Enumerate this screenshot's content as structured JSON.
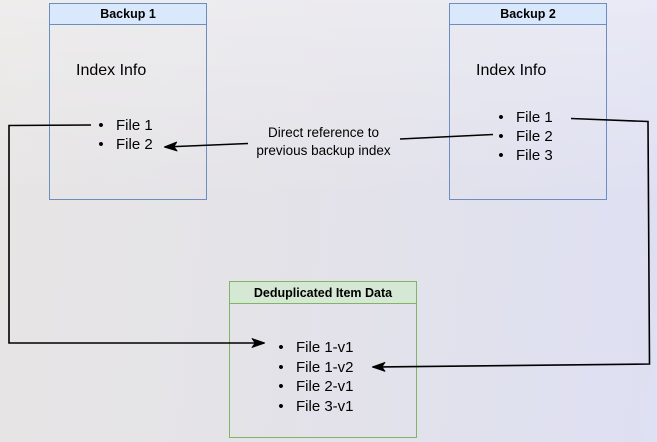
{
  "diagram": {
    "bullet": "•",
    "colors": {
      "backup_header_fill": "#dae8fc",
      "backup_border": "#6c8ebf",
      "dedup_header_fill": "#d5e8d4",
      "dedup_border": "#82b366",
      "arrow": "#000000",
      "background_left": "#e7e5e4",
      "background_right": "#dee0f3"
    },
    "boxes": [
      {
        "title": "Backup 1",
        "body_label": "Index Info",
        "items": [
          "File 1",
          "File 2"
        ]
      },
      {
        "title": "Backup 2",
        "body_label": "Index Info",
        "items": [
          "File 1",
          "File 2",
          "File 3"
        ]
      },
      {
        "title": "Deduplicated Item Data",
        "items": [
          "File 1-v1",
          "File 1-v2",
          "File 2-v1",
          "File 3-v1"
        ]
      }
    ],
    "annotation": {
      "line1": "Direct reference to",
      "line2": "previous backup index"
    },
    "arrows": [
      {
        "description": "Backup 2 File 2 to Backup 1 File 2, labeled direct reference to previous backup index"
      },
      {
        "description": "Backup 1 File 1 to Deduplicated Item Data File 1-v1"
      },
      {
        "description": "Backup 2 File 1 to Deduplicated Item Data File 1-v2"
      }
    ]
  }
}
